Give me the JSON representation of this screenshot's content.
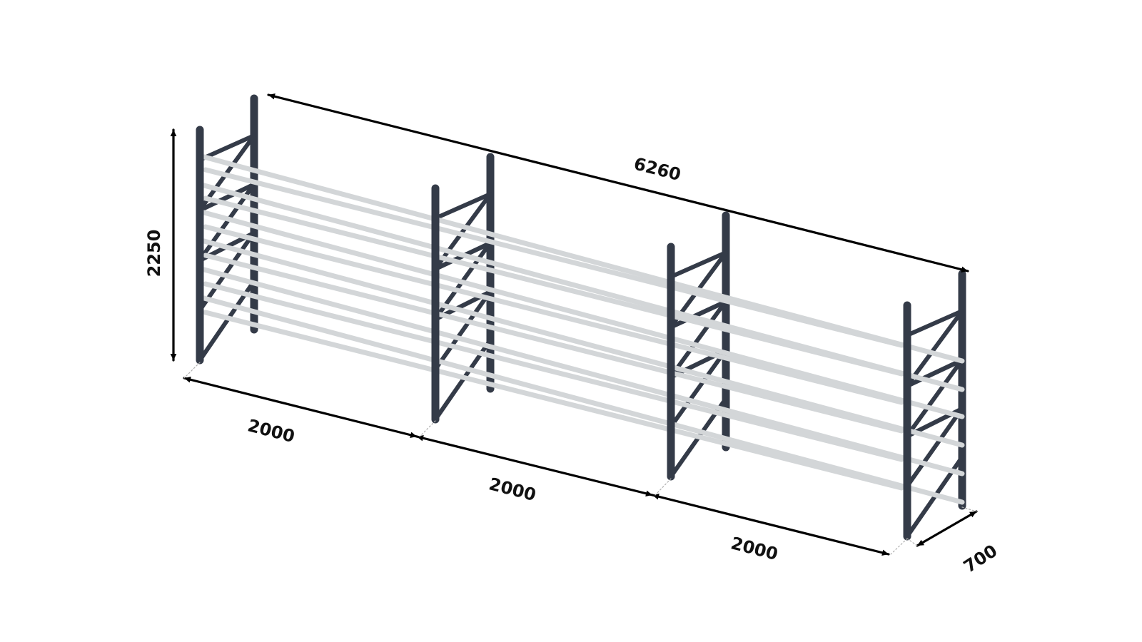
{
  "colors": {
    "frame": "#343b48",
    "beam": "#d3d6d8",
    "dimension": "#000000",
    "background": "#ffffff"
  },
  "dimensions": {
    "height": "2250",
    "total_length": "6260",
    "bay_1": "2000",
    "bay_2": "2000",
    "bay_3": "2000",
    "depth": "700"
  },
  "rack": {
    "uprights_frames": 4,
    "bays": 3,
    "beam_levels_per_bay": 3
  }
}
